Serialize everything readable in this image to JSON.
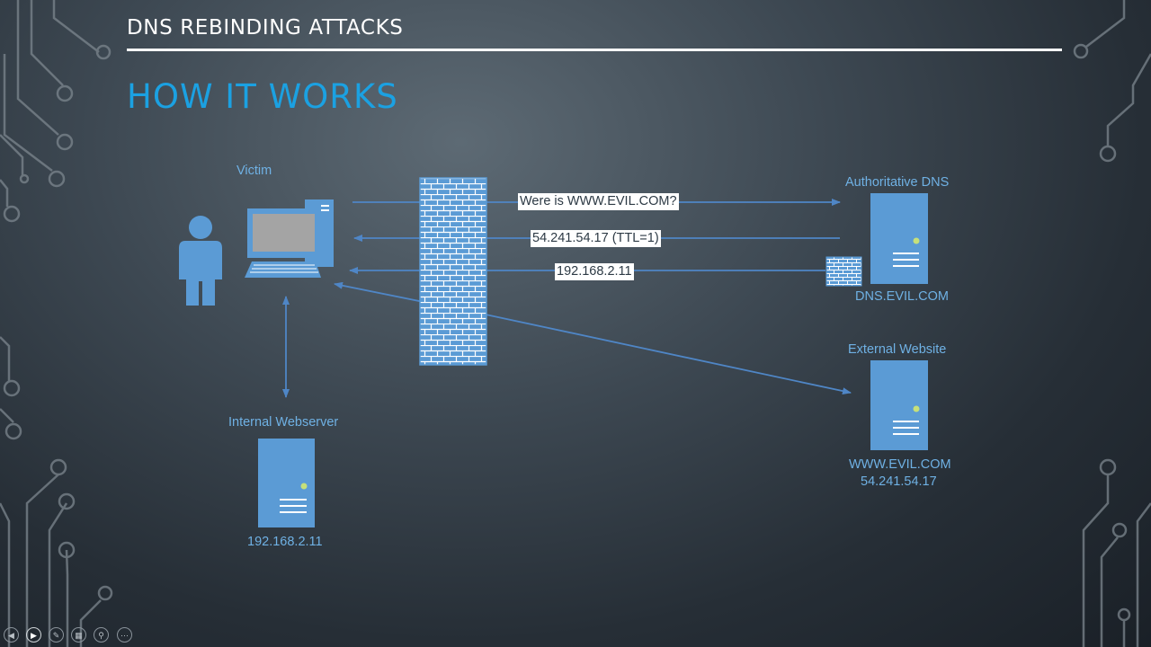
{
  "slide": {
    "header": "DNS REBINDING ATTACKS",
    "title": "HOW IT WORKS"
  },
  "nodes": {
    "victim": "Victim",
    "internal_webserver": "Internal Webserver",
    "internal_ip": "192.168.2.11",
    "authoritative_dns": "Authoritative DNS",
    "dns_host": "DNS.EVIL.COM",
    "external_website": "External Website",
    "external_host": "WWW.EVIL.COM",
    "external_ip": "54.241.54.17"
  },
  "messages": {
    "query": "Were is WWW.EVIL.COM?",
    "first_answer": "54.241.54.17 (TTL=1)",
    "second_answer": "192.168.2.11"
  },
  "colors": {
    "accent": "#1ba1e2",
    "shape_fill": "#5b9bd5",
    "arrow": "#4f86c6",
    "label": "#6fb1e4"
  },
  "controls": [
    "previous-icon",
    "play-icon",
    "pen-icon",
    "slides-icon",
    "zoom-icon",
    "more-icon"
  ]
}
